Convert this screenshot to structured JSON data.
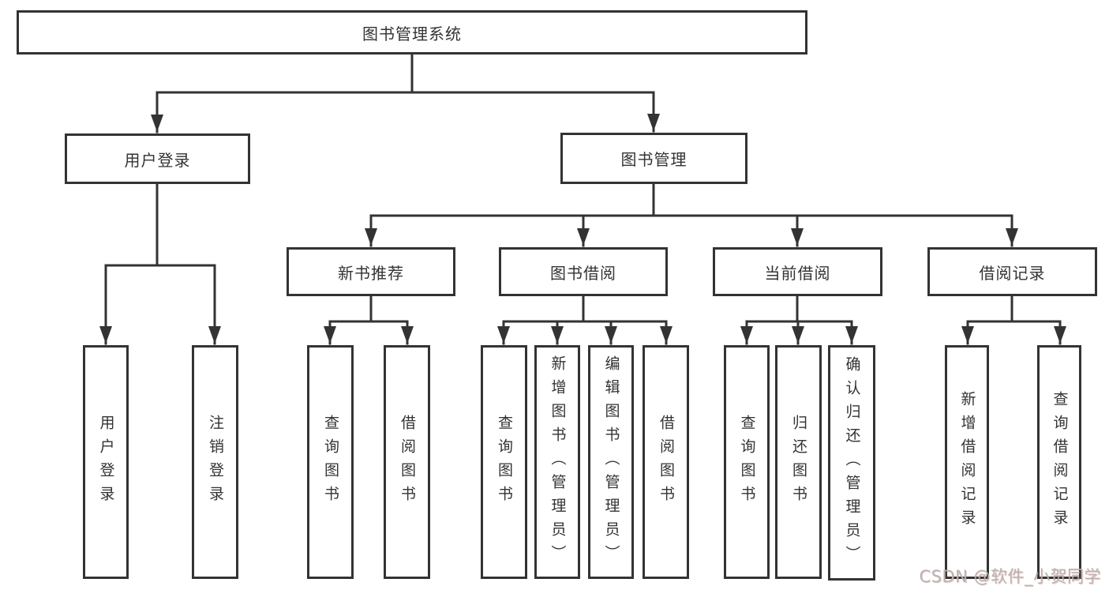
{
  "diagram_type": "functional-structure-tree",
  "tree": {
    "root": {
      "label": "图书管理系统",
      "children": [
        {
          "label": "用户登录",
          "children": [
            {
              "label": "用户登录"
            },
            {
              "label": "注销登录"
            }
          ]
        },
        {
          "label": "图书管理",
          "children": [
            {
              "label": "新书推荐",
              "children": [
                {
                  "label": "查询图书"
                },
                {
                  "label": "借阅图书"
                }
              ]
            },
            {
              "label": "图书借阅",
              "children": [
                {
                  "label": "查询图书"
                },
                {
                  "label": "新增图书（管理员）"
                },
                {
                  "label": "编辑图书（管理员）"
                },
                {
                  "label": "借阅图书"
                }
              ]
            },
            {
              "label": "当前借阅",
              "children": [
                {
                  "label": "查询图书"
                },
                {
                  "label": "归还图书"
                },
                {
                  "label": "确认归还（管理员）"
                }
              ]
            },
            {
              "label": "借阅记录",
              "children": [
                {
                  "label": "新增借阅记录"
                },
                {
                  "label": "查询借阅记录"
                }
              ]
            }
          ]
        }
      ]
    }
  },
  "watermark": {
    "text": "CSDN @软件_小贺同学"
  },
  "colors": {
    "line": "#333333",
    "box_border": "#333333",
    "box_fill": "#ffffff",
    "text": "#333333",
    "watermark_gray": "#b5b5b5",
    "watermark_red_shadow": "#e06046",
    "background": "#ffffff"
  }
}
